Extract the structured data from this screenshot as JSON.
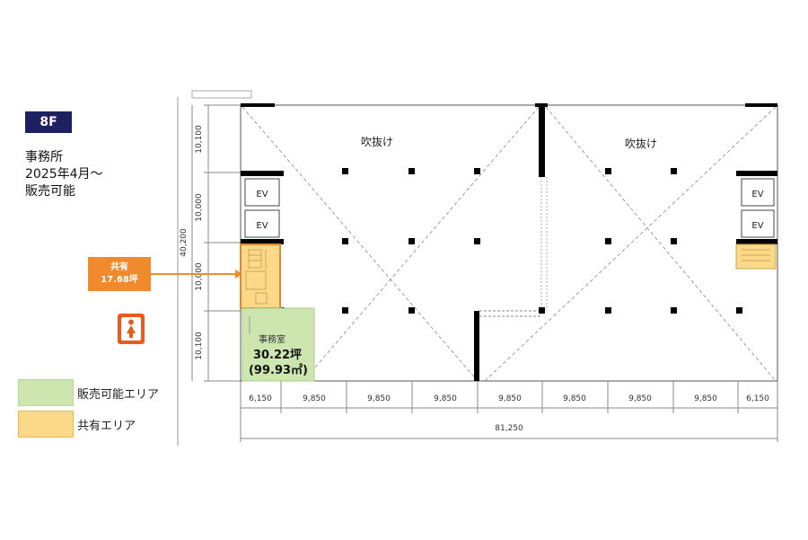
{
  "floor": {
    "label": "8F"
  },
  "description": {
    "line1": "事務所",
    "line2": "2025年4月～",
    "line3": "販売可能"
  },
  "shared_area": {
    "line1": "共有",
    "line2": "17.68坪"
  },
  "legend": [
    {
      "label": "販売可能エリア",
      "color": "#cde6b0"
    },
    {
      "label": "共有エリア",
      "color": "#fcd98a"
    }
  ],
  "plan": {
    "void_label": "吹抜け",
    "ev_label": "EV",
    "office": {
      "name": "事務室",
      "area_tsubo": "30.22坪",
      "area_m2": "(99.93㎡)"
    },
    "vertical_dims": [
      "10,100",
      "10,000",
      "10,000",
      "10,100"
    ],
    "total_vertical": "40,200",
    "horizontal_dims": [
      "6,150",
      "9,850",
      "9,850",
      "9,850",
      "9,850",
      "9,850",
      "9,850",
      "9,850",
      "6,150"
    ],
    "total_horizontal": "81,250"
  },
  "colors": {
    "sale": "#cde6b0",
    "shared": "#fcd98a",
    "callout": "#f08a2c",
    "badge": "#1f2060",
    "wc": "#e85d1f"
  }
}
